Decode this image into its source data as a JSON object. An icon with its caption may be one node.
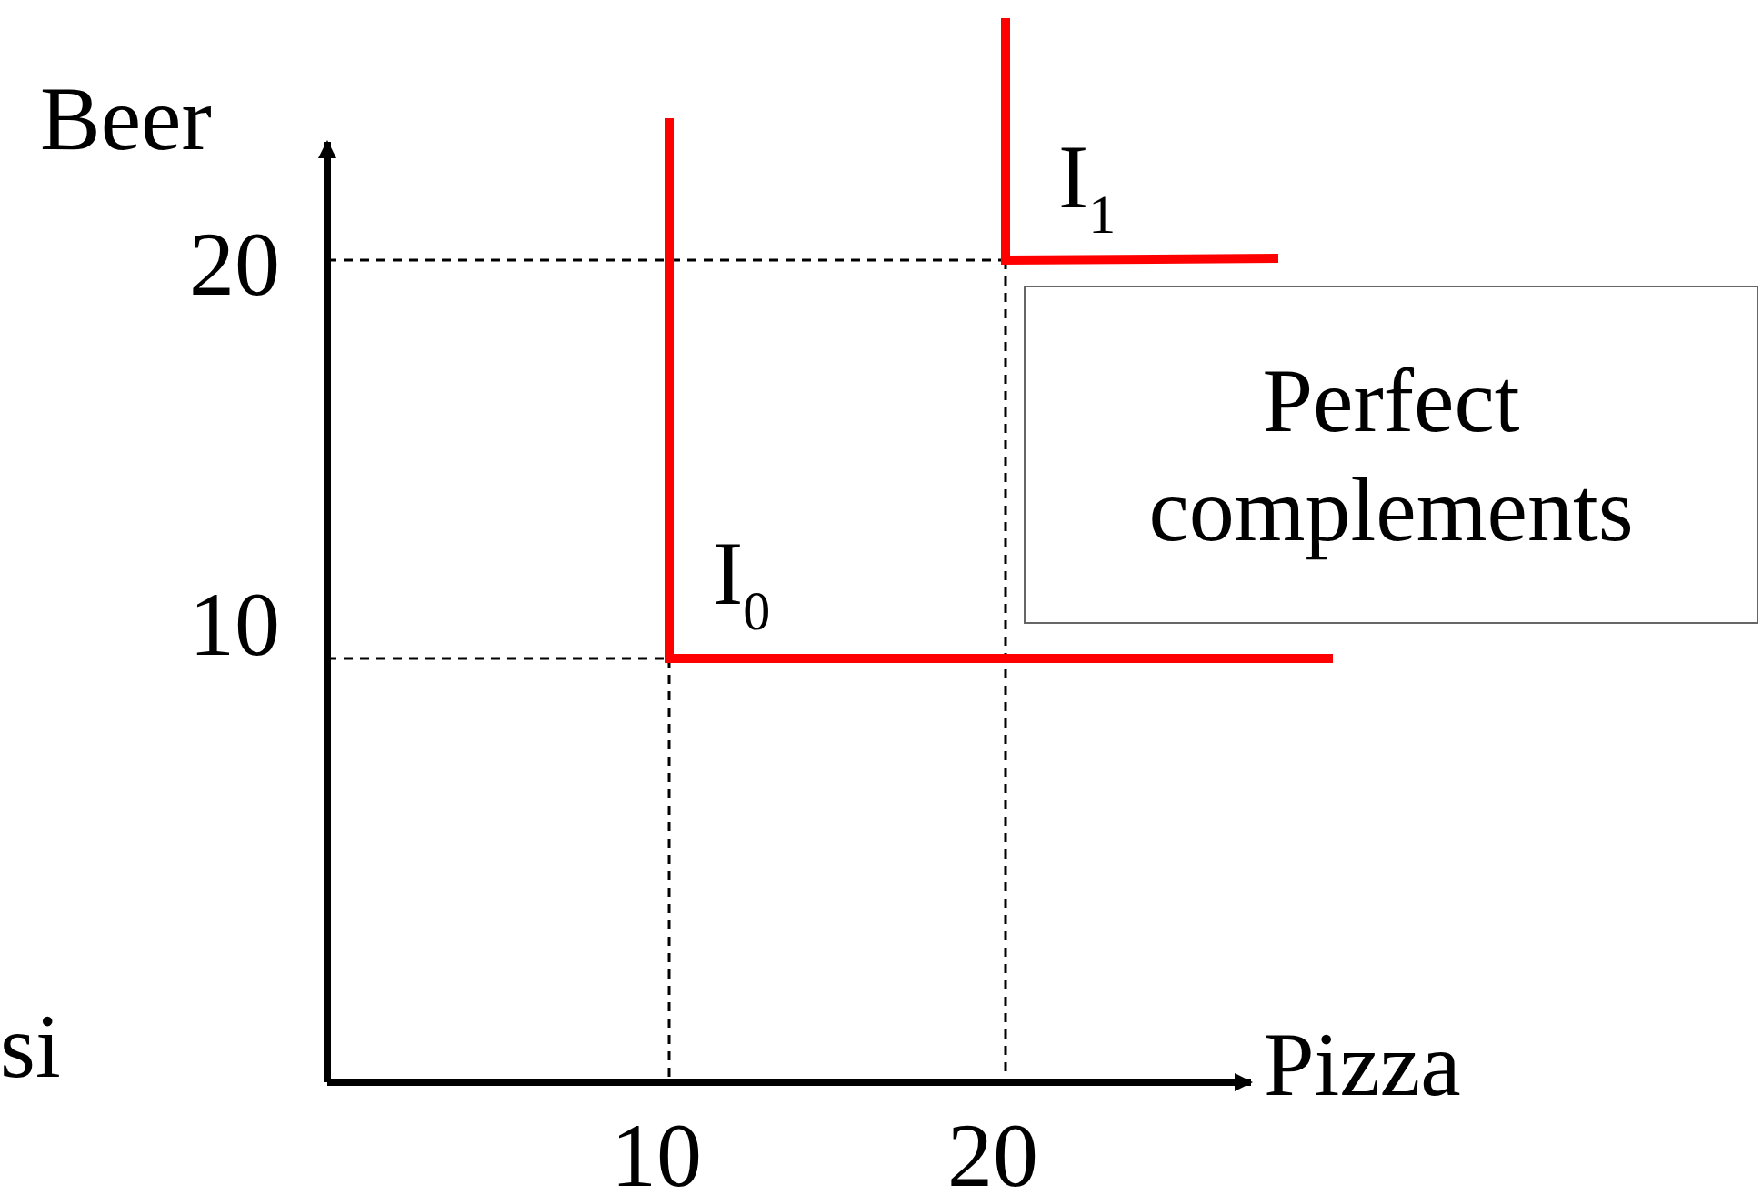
{
  "diagram": {
    "nodes": [
      {
        "text": [
          "Perfect complements"
        ]
      }
    ],
    "edges": [],
    "labels": [
      "Beer",
      "20",
      "I$_{1}$",
      "10",
      "I$_{0}$",
      "si",
      "Pizza",
      "10",
      "20"
    ]
  }
}
